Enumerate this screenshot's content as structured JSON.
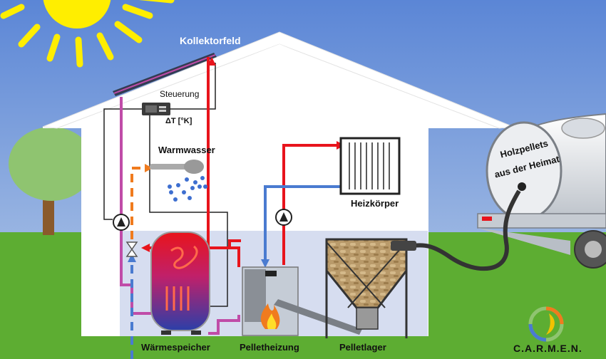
{
  "labels": {
    "kollektorfeld": "Kollektorfeld",
    "steuerung": "Steuerung",
    "delta_t": "ΔT [°K]",
    "warmwasser": "Warmwasser",
    "heizkoerper": "Heizkörper",
    "waermespeicher": "Wärmespeicher",
    "pelletheizung": "Pelletheizung",
    "pelletlager": "Pelletlager",
    "tank_line1": "Holzpellets",
    "tank_line2": "aus der Heimat",
    "brand": "C.A.R.M.E.N."
  },
  "colors": {
    "sky": "#6f93d8",
    "grass": "#5dad32",
    "house": "#ffffff",
    "basement": "#d6ddf0",
    "hot_pipe": "#e8141c",
    "cold_pipe": "#4a7bd0",
    "solar_pipe": "#c04ca8",
    "warm_pipe": "#f07b1e",
    "control_line": "#222222",
    "sun": "#ffee00",
    "tree": "#8fc470",
    "trunk": "#8a5a2b"
  },
  "icons": [
    "sun-icon",
    "tree-icon",
    "solar-collector-icon",
    "controller-icon",
    "shower-icon",
    "pump-icon",
    "valve-icon",
    "storage-tank-icon",
    "boiler-icon",
    "flame-icon",
    "radiator-icon",
    "pellet-silo-icon",
    "tanker-truck-icon",
    "carmen-logo-icon"
  ]
}
